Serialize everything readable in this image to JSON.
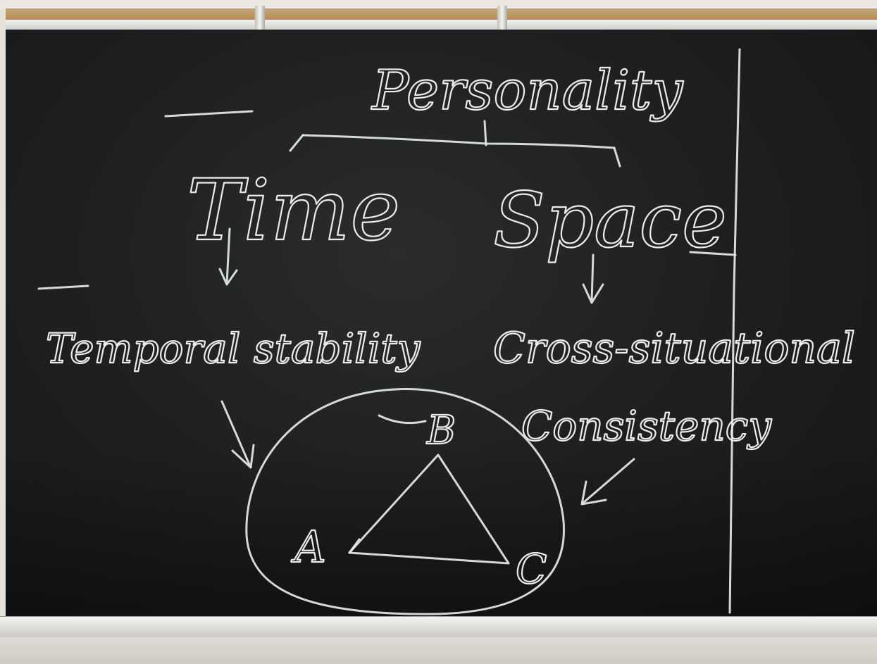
{
  "board": {
    "heading": "Personality",
    "branch_left": "Time",
    "branch_right": "Space",
    "left_concept": "Temporal stability",
    "right_concept_line1": "Cross-situational",
    "right_concept_line2": "Consistency",
    "vertex_a": "A",
    "vertex_b": "B",
    "vertex_c": "C"
  }
}
